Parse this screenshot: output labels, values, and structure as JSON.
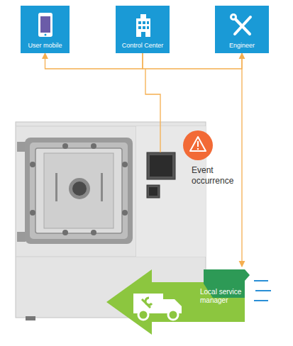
{
  "diagram": {
    "nodes": [
      {
        "text": [
          "User mobile"
        ]
      },
      {
        "text": [
          "Control Center"
        ]
      },
      {
        "text": [
          "Engineer"
        ]
      },
      {
        "text": [
          "Local service manager"
        ]
      }
    ],
    "edges": [
      {
        "from": 1,
        "to": 0,
        "arrow": "to"
      },
      {
        "from": 1,
        "to": 2,
        "arrow": "to"
      },
      {
        "from": 2,
        "to": 3,
        "arrow": "to"
      }
    ],
    "labels": [
      "Event occurrence"
    ]
  }
}
